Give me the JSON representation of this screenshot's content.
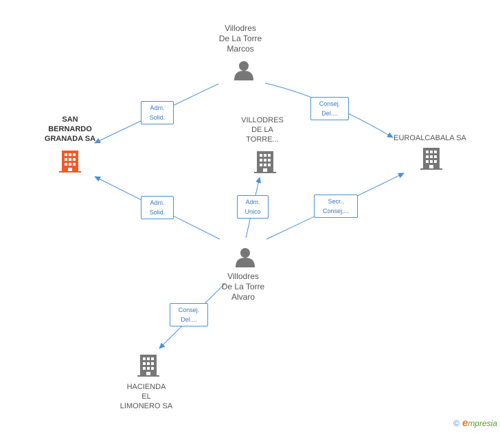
{
  "nodes": {
    "marcos": {
      "lines": [
        "Villodres",
        "De La Torre",
        "Marcos"
      ]
    },
    "alvaro": {
      "lines": [
        "Villodres",
        "De La Torre",
        "Alvaro"
      ]
    },
    "san_bernardo": {
      "lines": [
        "SAN",
        "BERNARDO",
        "GRANADA SA"
      ]
    },
    "villodres_torre": {
      "lines": [
        "VILLODRES",
        "DE LA",
        "TORRE..."
      ]
    },
    "euroalcabala": {
      "lines": [
        "EUROALCABALA SA"
      ]
    },
    "hacienda": {
      "lines": [
        "HACIENDA",
        "EL",
        "LIMONERO SA"
      ]
    }
  },
  "edges": {
    "marcos_sanbernardo": [
      "Adm.",
      "Solid."
    ],
    "marcos_euro": [
      "Consej.",
      "Del...."
    ],
    "alvaro_sanbernardo": [
      "Adm.",
      "Solid."
    ],
    "alvaro_villodres": [
      "Adm.",
      "Unico"
    ],
    "alvaro_euro": [
      "Secr.,",
      "Consej...."
    ],
    "alvaro_hacienda": [
      "Consej.",
      "Del...."
    ]
  },
  "colors": {
    "edge": "#4a90d9",
    "person": "#777777",
    "company": "#777777",
    "highlight": "#f05a28"
  },
  "footer": {
    "copyright": "©",
    "brand_initial": "e",
    "brand_rest": "mpresia"
  }
}
